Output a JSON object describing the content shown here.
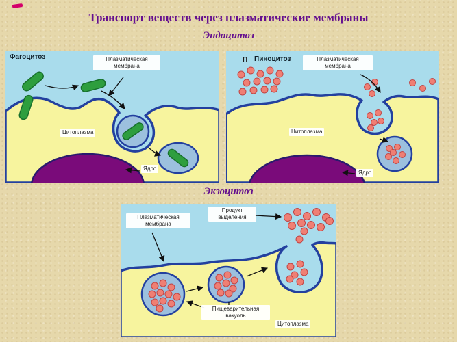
{
  "slide": {
    "title": "Транспорт веществ через плазматические мембраны",
    "endocytosis_heading": "Эндоцитоз",
    "exocytosis_heading": "Экзоцитоз"
  },
  "phagocytosis_panel": {
    "title": "Фагоцитоз",
    "membrane_label": "Плазматическая мембрана",
    "cytoplasm_label": "Цитоплазма",
    "nucleus_label": "Ядро"
  },
  "pinocytosis_panel": {
    "title_prefix": "П",
    "title": "Пиноцитоз",
    "membrane_label": "Плазматическая мембрана",
    "cytoplasm_label": "Цитоплазма",
    "nucleus_label": "Ядро"
  },
  "exocytosis_panel": {
    "membrane_label": "Плазматическая мембрана",
    "product_label": "Продукт выделения",
    "vacuole_label": "Пищеварительная вакуоль",
    "cytoplasm_label": "Цитоплазма"
  },
  "colors": {
    "title_text": "#65108f",
    "slide_background": "#e6d8ab",
    "panel_background": "#a9dcec",
    "cell_fill": "#f7f49e",
    "membrane_stroke": "#23409f",
    "nucleus_fill": "#7a0b7a",
    "bacterium_fill": "#2e9e3e",
    "droplet_fill": "#ef7f74",
    "vesicle_fill": "#9cc0de"
  }
}
